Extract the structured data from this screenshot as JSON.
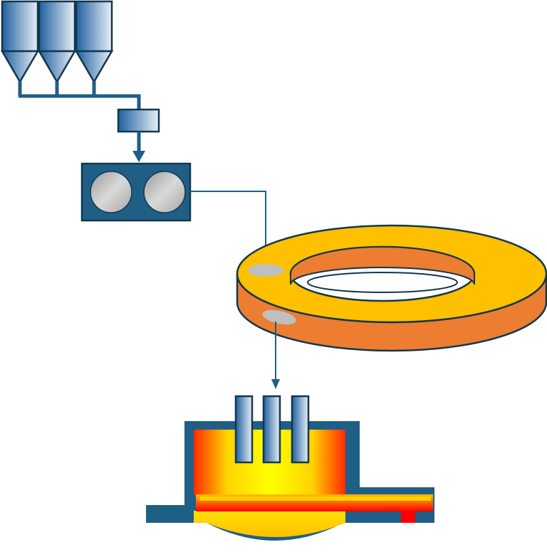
{
  "diagram": {
    "components": [
      "silo",
      "silo",
      "silo",
      "feeder",
      "pelletizer",
      "rotary-hearth-furnace",
      "electric-arc-furnace"
    ],
    "colors": {
      "steel_blue_dark": "#1f5f86",
      "steel_blue_light": "#e6eef7",
      "outline": "#12374f",
      "hearth_top": "#ffc000",
      "hearth_side": "#ed7d31",
      "port_gray": "#bfbfbf",
      "melt_yellow": "#ffff00",
      "melt_red": "#ff0000",
      "slag_orange": "#ffc000"
    }
  }
}
